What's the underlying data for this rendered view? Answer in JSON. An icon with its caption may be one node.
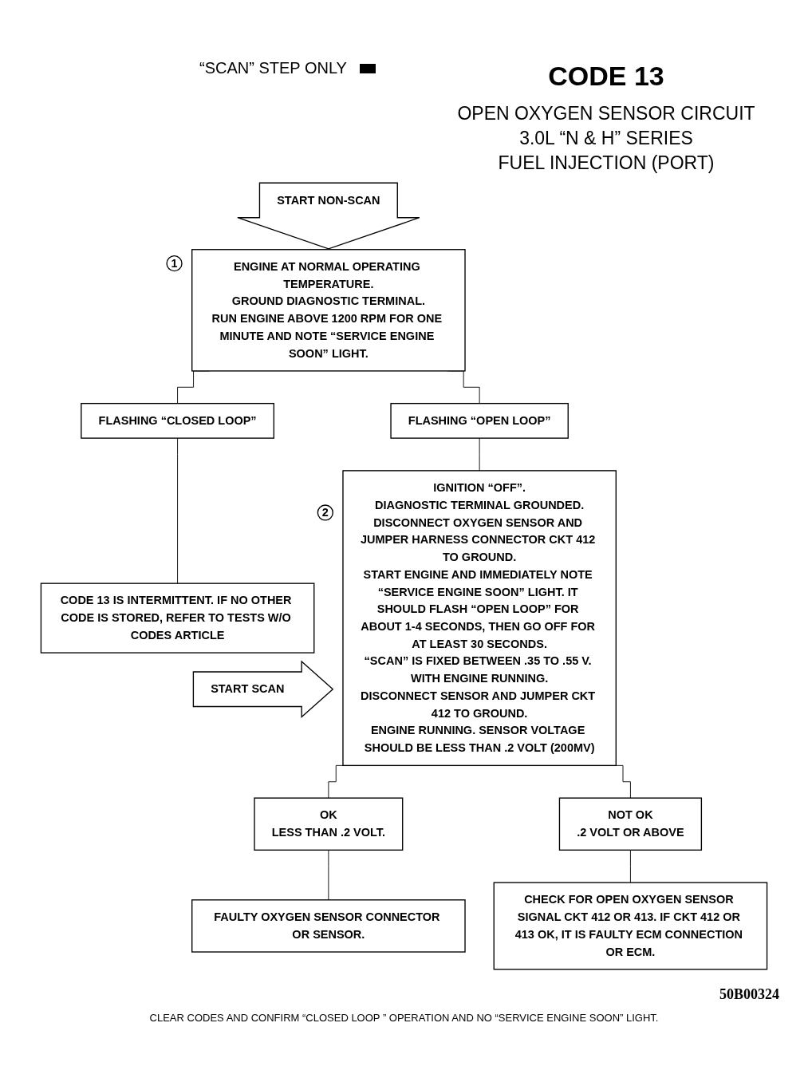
{
  "diagram": {
    "title": "CODE 13",
    "nodes": [
      {
        "text": [
          "START NON-SCAN"
        ]
      },
      {
        "text": [
          "1"
        ]
      },
      {
        "text": [
          "ENGINE AT NORMAL OPERATING TEMPERATURE.",
          "GROUND DIAGNOSTIC TERMINAL.",
          "RUN ENGINE ABOVE 1200 RPM FOR ONE MINUTE AND NOTE “SERVICE ENGINE SOON” LIGHT."
        ]
      },
      {
        "text": [
          "FLASHING “OPEN LOOP”"
        ]
      },
      {
        "text": [
          "FLASHING “CLOSED LOOP”"
        ]
      },
      {
        "text": [
          "CODE 13 IS INTERMITTENT. IF NO OTHER CODE IS STORED, REFER TO TESTS W/O CODES ARTICLE"
        ]
      },
      {
        "text": [
          "2"
        ]
      },
      {
        "text": [
          "IGNITION “OFF”.",
          "DIAGNOSTIC TERMINAL GROUNDED.",
          "DISCONNECT OXYGEN SENSOR AND JUMPER HARNESS CONNECTOR CKT 412 TO GROUND.",
          "START ENGINE AND IMMEDIATELY NOTE “SERVICE ENGINE SOON” LIGHT. IT SHOULD FLASH “OPEN LOOP” FOR ABOUT 1-4 SECONDS, THEN GO OFF FOR AT LEAST 30 SECONDS.",
          "“SCAN” IS FIXED BETWEEN .35 TO .55 V. WITH ENGINE RUNNING.",
          "DISCONNECT SENSOR AND JUMPER CKT 412 TO GROUND.",
          "ENGINE RUNNING. SENSOR VOLTAGE SHOULD BE LESS THAN .2 VOLT (200MV)"
        ]
      },
      {
        "text": [
          "START SCAN"
        ]
      },
      {
        "text": [
          "OK",
          "LESS THAN .2 VOLT."
        ]
      },
      {
        "text": [
          "NOT OK",
          ".2 VOLT OR ABOVE"
        ]
      },
      {
        "text": [
          "FAULTY OXYGEN SENSOR CONNECTOR OR SENSOR."
        ]
      },
      {
        "text": [
          "CHECK FOR OPEN OXYGEN SENSOR SIGNAL CKT 412 OR 413. IF CKT 412 OR 413 OK, IT IS FAULTY ECM CONNECTION OR ECM."
        ]
      }
    ],
    "edges": [
      {
        "from": 2,
        "to": 3,
        "arrow": "none"
      },
      {
        "from": 2,
        "to": 4,
        "arrow": "none"
      },
      {
        "from": 3,
        "to": 7,
        "arrow": "none"
      },
      {
        "from": 4,
        "to": 5,
        "arrow": "none"
      },
      {
        "from": 7,
        "to": 9,
        "arrow": "none"
      },
      {
        "from": 7,
        "to": 10,
        "arrow": "none"
      },
      {
        "from": 9,
        "to": 11,
        "arrow": "none"
      },
      {
        "from": 10,
        "to": 12,
        "arrow": "none"
      }
    ],
    "labels": [
      "OPEN OXYGEN SENSOR CIRCUIT",
      "3.0L “N & H” SERIES",
      "FUEL INJECTION (PORT)",
      "50B00324",
      "CLEAR CODES AND CONFIRM “CLOSED LOOP ” OPERATION AND NO “SERVICE ENGINE SOON” LIGHT."
    ],
    "legend": [
      {
        "text": "“SCAN” STEP ONLY",
        "color": "#000000"
      }
    ]
  }
}
